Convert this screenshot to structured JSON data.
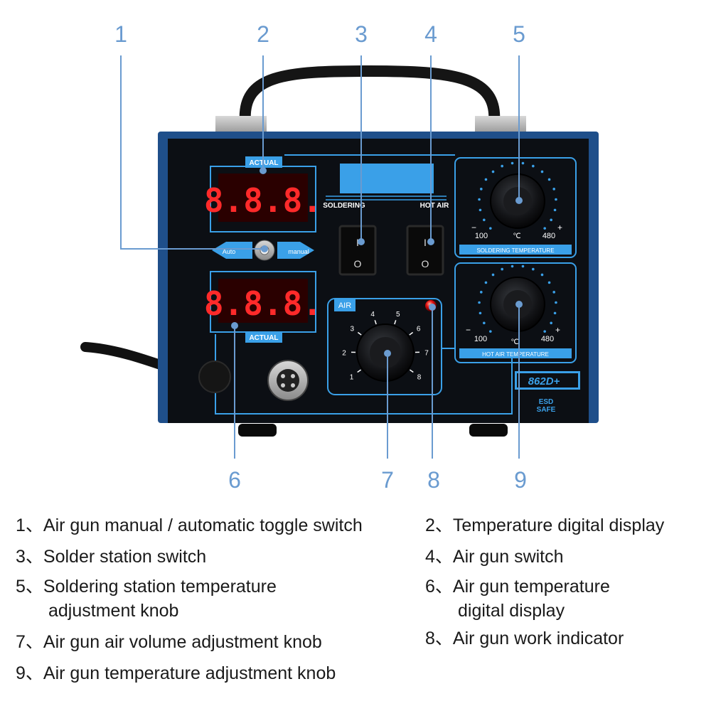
{
  "device": {
    "model": "862D+",
    "esd_line1": "ESD",
    "esd_line2": "SAFE",
    "display_top": {
      "label": "ACTUAL",
      "reading": "8.8.8."
    },
    "display_bottom": {
      "label": "ACTUAL",
      "reading": "8.8.8."
    },
    "toggle_left": "Auto",
    "toggle_right": "manual",
    "switch_header_left": "SOLDERING",
    "switch_header_right": "HOT AIR",
    "switch_on": "I",
    "switch_off": "O",
    "air_label": "AIR",
    "air_scale": [
      "1",
      "2",
      "3",
      "4",
      "5",
      "6",
      "7",
      "8"
    ],
    "solder_knob": {
      "min": "100",
      "max": "480",
      "unit": "℃",
      "minus": "−",
      "plus": "+",
      "label": "SOLDERING TEMPERATURE"
    },
    "hotair_knob": {
      "min": "100",
      "max": "480",
      "unit": "℃",
      "minus": "−",
      "plus": "+",
      "label": "HOT AIR TEMPERATURE"
    },
    "colors": {
      "accent": "#3aa0e8",
      "panel": "#0c0f14",
      "display_red": "#ff2a2a",
      "callout": "#6a9bd0"
    }
  },
  "callouts": [
    "1",
    "2",
    "3",
    "4",
    "5",
    "6",
    "7",
    "8",
    "9"
  ],
  "legend": [
    {
      "idx": "1、",
      "text": "Air gun manual / automatic toggle switch"
    },
    {
      "idx": "2、",
      "text": "Temperature digital display"
    },
    {
      "idx": "3、",
      "text": "Solder station switch"
    },
    {
      "idx": "4、",
      "text": "Air gun switch"
    },
    {
      "idx": "5、",
      "text": "Soldering station temperature",
      "text2": "adjustment knob"
    },
    {
      "idx": "6、",
      "text": "Air gun temperature",
      "text2": "digital display"
    },
    {
      "idx": "7、",
      "text": "Air gun air volume adjustment knob"
    },
    {
      "idx": "8、",
      "text": "Air gun work indicator"
    },
    {
      "idx": "9、",
      "text": "Air gun temperature adjustment knob"
    }
  ]
}
